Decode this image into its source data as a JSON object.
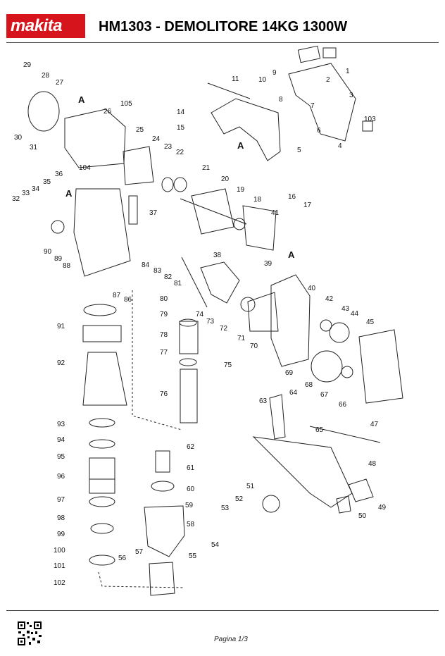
{
  "header": {
    "brand": "makita",
    "title": "HM1303 - DEMOLITORE 14KG 1300W"
  },
  "parts": {
    "p1": "1",
    "p2": "2",
    "p3": "3",
    "p4": "4",
    "p5": "5",
    "p6": "6",
    "p7": "7",
    "p8": "8",
    "p9": "9",
    "p10": "10",
    "p11": "11",
    "p14": "14",
    "p15": "15",
    "p16": "16",
    "p17": "17",
    "p18": "18",
    "p19": "19",
    "p20": "20",
    "p21": "21",
    "p22": "22",
    "p23": "23",
    "p24": "24",
    "p25": "25",
    "p26": "26",
    "p27": "27",
    "p28": "28",
    "p29": "29",
    "p30": "30",
    "p31": "31",
    "p32": "32",
    "p33": "33",
    "p34": "34",
    "p35": "35",
    "p36": "36",
    "p37": "37",
    "p38": "38",
    "p39": "39",
    "p40": "40",
    "p41": "41",
    "p42": "42",
    "p43": "43",
    "p44": "44",
    "p45": "45",
    "p47": "47",
    "p48": "48",
    "p49": "49",
    "p50": "50",
    "p51": "51",
    "p52": "52",
    "p53": "53",
    "p54": "54",
    "p55": "55",
    "p56": "56",
    "p57": "57",
    "p58": "58",
    "p59": "59",
    "p60": "60",
    "p61": "61",
    "p62": "62",
    "p63": "63",
    "p64": "64",
    "p65": "65",
    "p66": "66",
    "p67": "67",
    "p68": "68",
    "p69": "69",
    "p70": "70",
    "p71": "71",
    "p72": "72",
    "p73": "73",
    "p74": "74",
    "p75": "75",
    "p76": "76",
    "p77": "77",
    "p78": "78",
    "p79": "79",
    "p80": "80",
    "p81": "81",
    "p82": "82",
    "p83": "83",
    "p84": "84",
    "p86": "86",
    "p87": "87",
    "p88": "88",
    "p89": "89",
    "p90": "90",
    "p91": "91",
    "p92": "92",
    "p93": "93",
    "p94": "94",
    "p95": "95",
    "p96": "96",
    "p97": "97",
    "p98": "98",
    "p99": "99",
    "p100": "100",
    "p101": "101",
    "p102": "102",
    "p103": "103",
    "p104": "104",
    "p105": "105"
  },
  "markers": {
    "a": "A"
  },
  "footer": {
    "page": "Pagina 1/3"
  }
}
